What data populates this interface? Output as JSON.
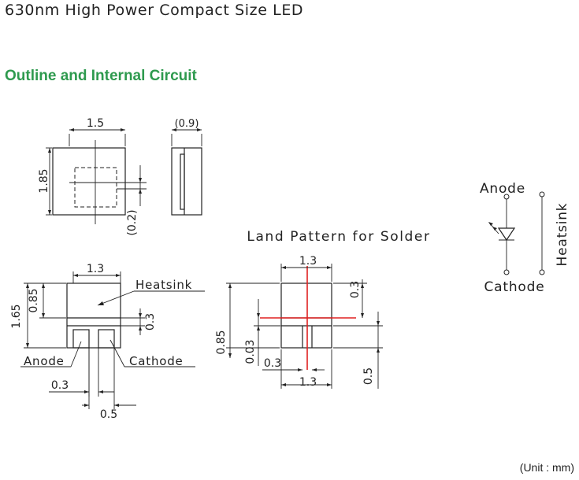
{
  "page": {
    "title": "630nm High Power Compact Size LED",
    "section_title": "Outline and Internal Circuit",
    "unit_note": "(Unit : mm)"
  },
  "top_view": {
    "width_label": "1.5",
    "height_label": "1.85",
    "offset_label": "(0.2)"
  },
  "side_view": {
    "thickness_label": "(0.9)"
  },
  "bottom_view": {
    "pad_width_label": "1.3",
    "total_height_label": "1.65",
    "pad_height_label": "0.85",
    "gap_label": "0.3",
    "heatsink_label": "Heatsink",
    "anode_label": "Anode",
    "cathode_label": "Cathode",
    "lead_gap_label": "0.3",
    "lead_width_label": "0.5"
  },
  "land_pattern": {
    "title": "Land Pattern for Solder",
    "top_width_label": "1.3",
    "top_gap_label": "0.3",
    "height_label": "0.85",
    "small_gap_label": "0.03",
    "left_gap_label": "0.3",
    "bottom_width_label": "1.3",
    "lead_height_label": "0.5"
  },
  "circuit": {
    "anode_label": "Anode",
    "cathode_label": "Cathode",
    "heatsink_label": "Heatsink"
  }
}
